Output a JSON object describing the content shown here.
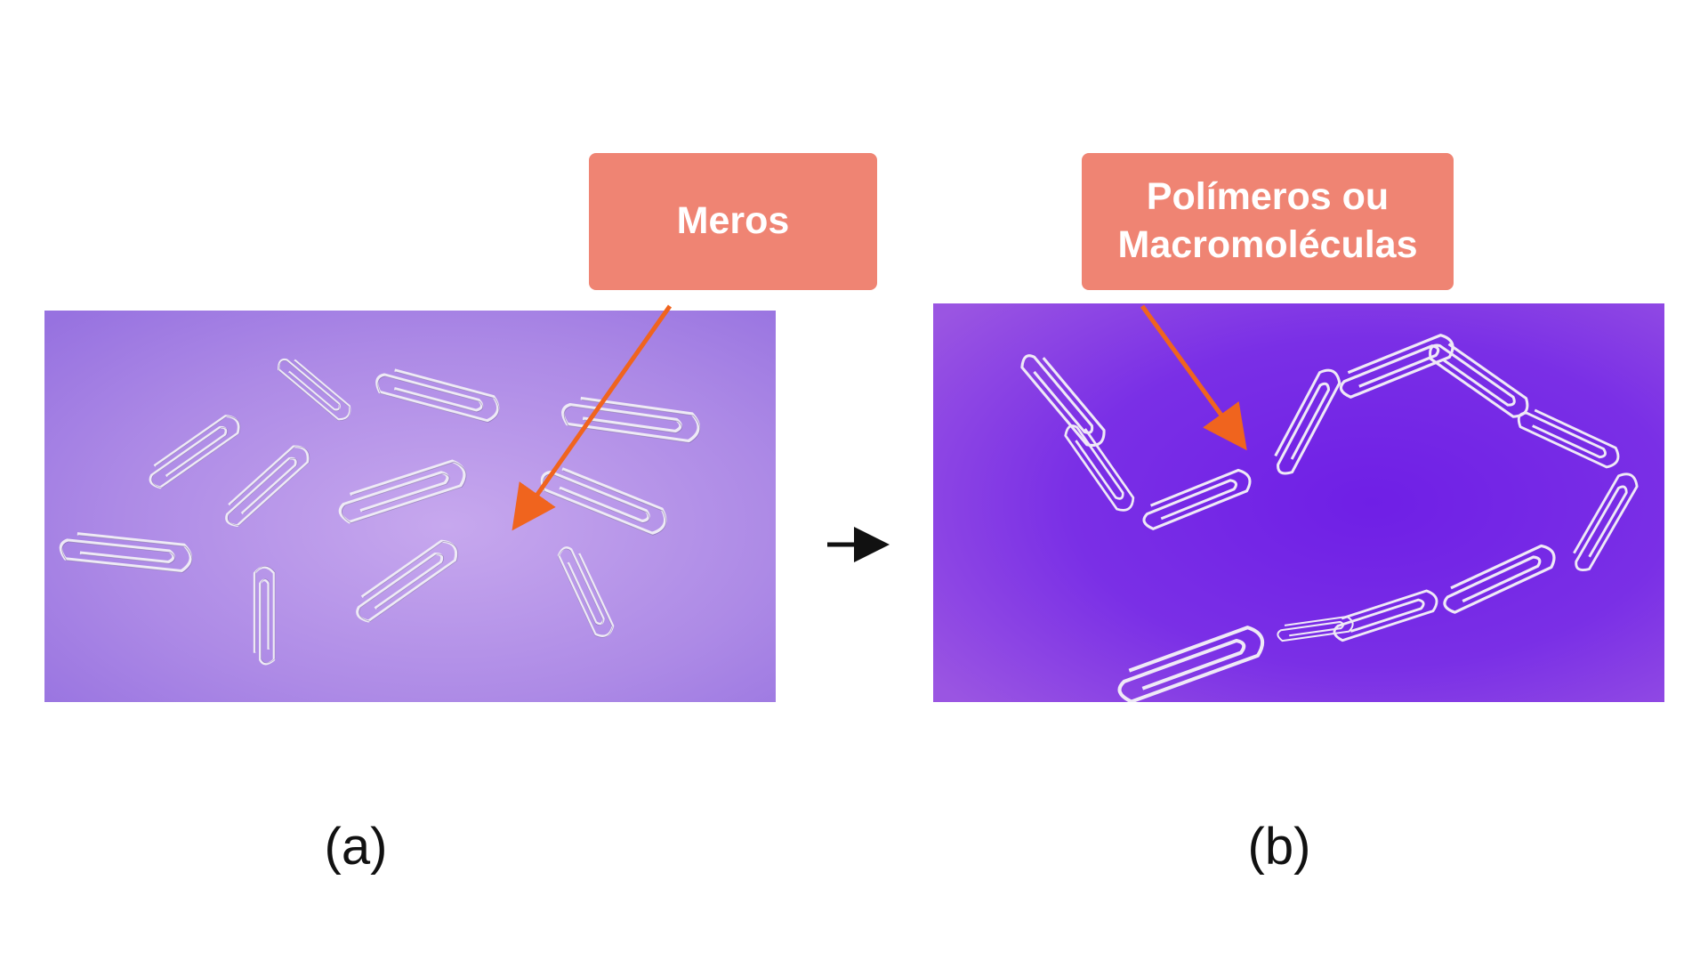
{
  "callouts": {
    "meros": "Meros",
    "polimeros_line1": "Polímeros ou",
    "polimeros_line2": "Macromoléculas"
  },
  "captions": {
    "a": "(a)",
    "b": "(b)"
  },
  "colors": {
    "callout_bg": "#ef8473",
    "pointer_arrow": "#f0641e",
    "panel_a_bg": "#b08ce6",
    "panel_b_bg": "#7a2de8",
    "clip_metal": "#e6e2ee"
  }
}
